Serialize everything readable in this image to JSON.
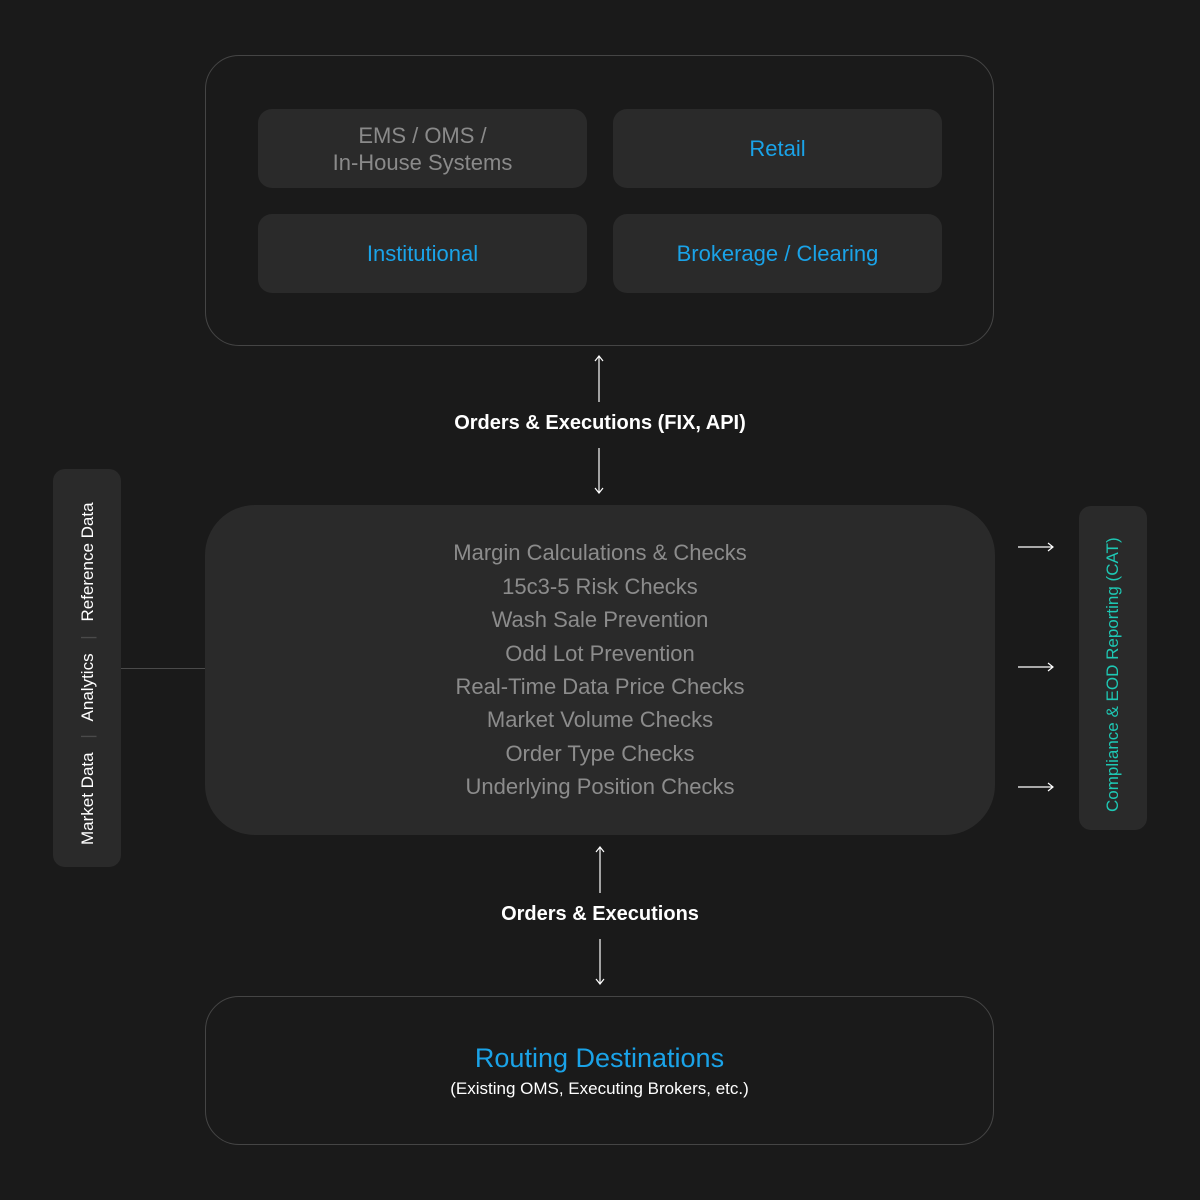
{
  "sources": {
    "tiles": [
      {
        "lines": [
          "EMS / OMS /",
          "In-House Systems"
        ],
        "color": "#8a8a8a"
      },
      {
        "lines": [
          "Retail"
        ],
        "color": "#1aa3e8"
      },
      {
        "lines": [
          "Institutional"
        ],
        "color": "#1aa3e8"
      },
      {
        "lines": [
          "Brokerage / Clearing"
        ],
        "color": "#1aa3e8"
      }
    ]
  },
  "top_connector": {
    "label": "Orders & Executions (FIX, API)"
  },
  "engine": {
    "checks": [
      "Margin Calculations & Checks",
      "15c3-5 Risk Checks",
      "Wash Sale Prevention",
      "Odd Lot Prevention",
      "Real-Time Data Price Checks",
      "Market Volume Checks",
      "Order Type Checks",
      "Underlying Position Checks"
    ]
  },
  "left_panel": {
    "items": [
      "Market Data",
      "Analytics",
      "Reference Data"
    ],
    "separator": "|"
  },
  "right_panel": {
    "label": "Compliance & EOD Reporting (CAT)",
    "color": "#1ec8b4"
  },
  "bottom_connector": {
    "label": "Orders & Executions"
  },
  "destinations": {
    "title": "Routing Destinations",
    "subtitle": "(Existing OMS, Executing Brokers, etc.)"
  },
  "colors": {
    "background": "#1a1a1a",
    "panel": "#2a2a2a",
    "accent_blue": "#1aa3e8",
    "accent_teal": "#1ec8b4"
  }
}
